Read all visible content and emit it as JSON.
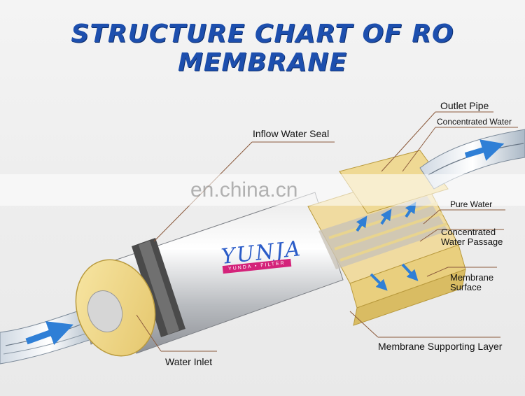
{
  "title": "STRUCTURE CHART OF RO MEMBRANE",
  "watermark": "en.china.cn",
  "brand": {
    "logo_text": "YUNJA",
    "sub": "YUNDA • FILTER"
  },
  "labels": {
    "inflow_water_seal": "Inflow Water Seal",
    "outlet_pipe": "Outlet Pipe",
    "concentrated_water": "Concentrated Water",
    "pure_water": "Pure Water",
    "concentrated_water_passage": "Concentrated Water Passage",
    "membrane_surface": "Membrane Surface",
    "water_inlet": "Water Inlet",
    "membrane_supporting_layer": "Membrane Supporting Layer"
  },
  "colors": {
    "title": "#1d4fae",
    "arrow": "#2f7fd6",
    "core": "#f2d98a",
    "leader": "#8b5a3c"
  }
}
